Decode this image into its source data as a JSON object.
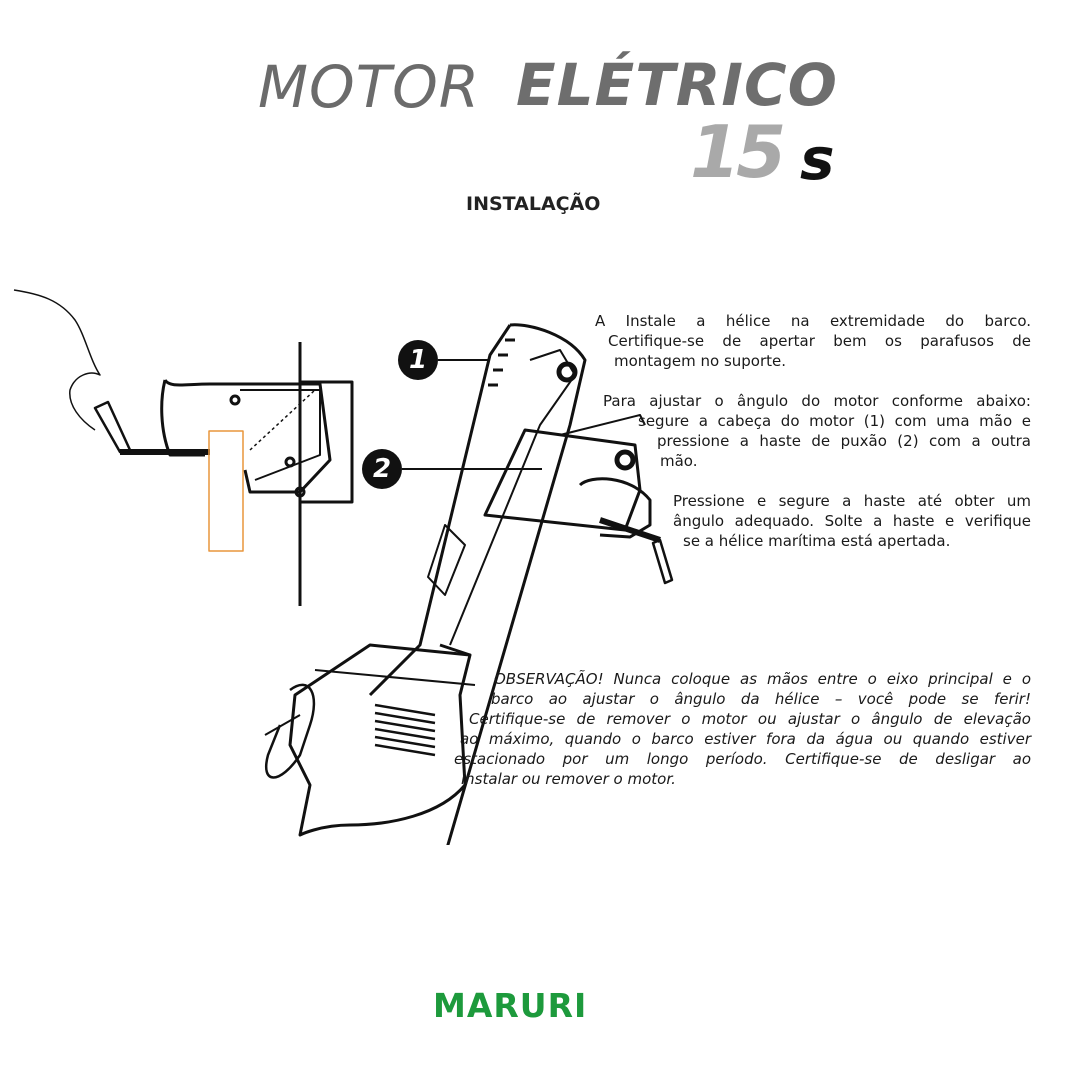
{
  "header": {
    "title_part1": "MOTOR",
    "title_part2": "ELÉTRICO",
    "model_number": "15",
    "model_suffix": "s",
    "subtitle": "INSTALAÇÃO"
  },
  "diagram": {
    "callout_1": "1",
    "callout_2": "2"
  },
  "instructions": {
    "step_a": [
      "A Instale a hélice na extremidade do barco.",
      "Certifique-se de apertar bem os parafusos de",
      "montagem no suporte."
    ],
    "step_angle": [
      "Para ajustar o ângulo do motor conforme abaixo:",
      "segure a cabeça do motor (1) com uma mão e",
      "pressione a haste de puxão (2) com a outra",
      "mão."
    ],
    "step_press": [
      "Pressione e segure a haste até obter um",
      "ângulo adequado. Solte a haste e verifique",
      "se a hélice marítima está apertada."
    ],
    "observation": [
      "OBSERVAÇÃO! Nunca coloque as mãos entre o eixo principal e o",
      "barco ao ajustar o ângulo da hélice – você pode se ferir!",
      "Certifique-se de remover o motor ou ajustar o ângulo de elevação",
      "ao máximo, quando o barco estiver fora da água ou quando estiver",
      "estacionado por um longo período. Certifique-se de desligar ao",
      "instalar ou remover o motor."
    ]
  },
  "footer": {
    "brand": "MARURI"
  },
  "colors": {
    "brand_green": "#1d9a3c",
    "highlight_orange": "#e8963c"
  }
}
